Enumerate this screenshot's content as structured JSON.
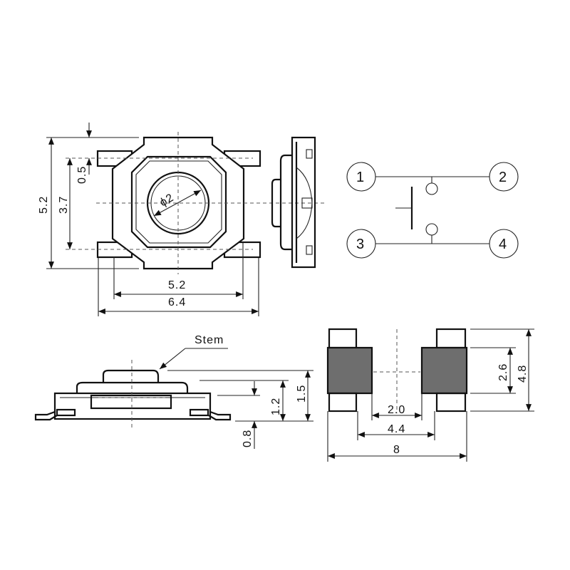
{
  "colors": {
    "line": "#111111",
    "pad_fill": "#6e6e6e",
    "background": "#ffffff"
  },
  "top_view": {
    "height_dim": "5.2",
    "pitch_dim": "3.7",
    "lead_dim": "0.5",
    "body_width_dim": "5.2",
    "overall_width_dim": "6.4",
    "stem_diameter": "ϕ2"
  },
  "schematic": {
    "pins": [
      "1",
      "2",
      "3",
      "4"
    ]
  },
  "side_view": {
    "stem_label": "Stem",
    "total_height_dim": "1.5",
    "body_height_dim": "1.2",
    "base_dim": "0.8"
  },
  "footprint": {
    "pad_height_dim": "4.8",
    "pad_inner_dim": "2.6",
    "gap_dim": "2.0",
    "inner_span_dim": "4.4",
    "overall_dim": "8"
  }
}
